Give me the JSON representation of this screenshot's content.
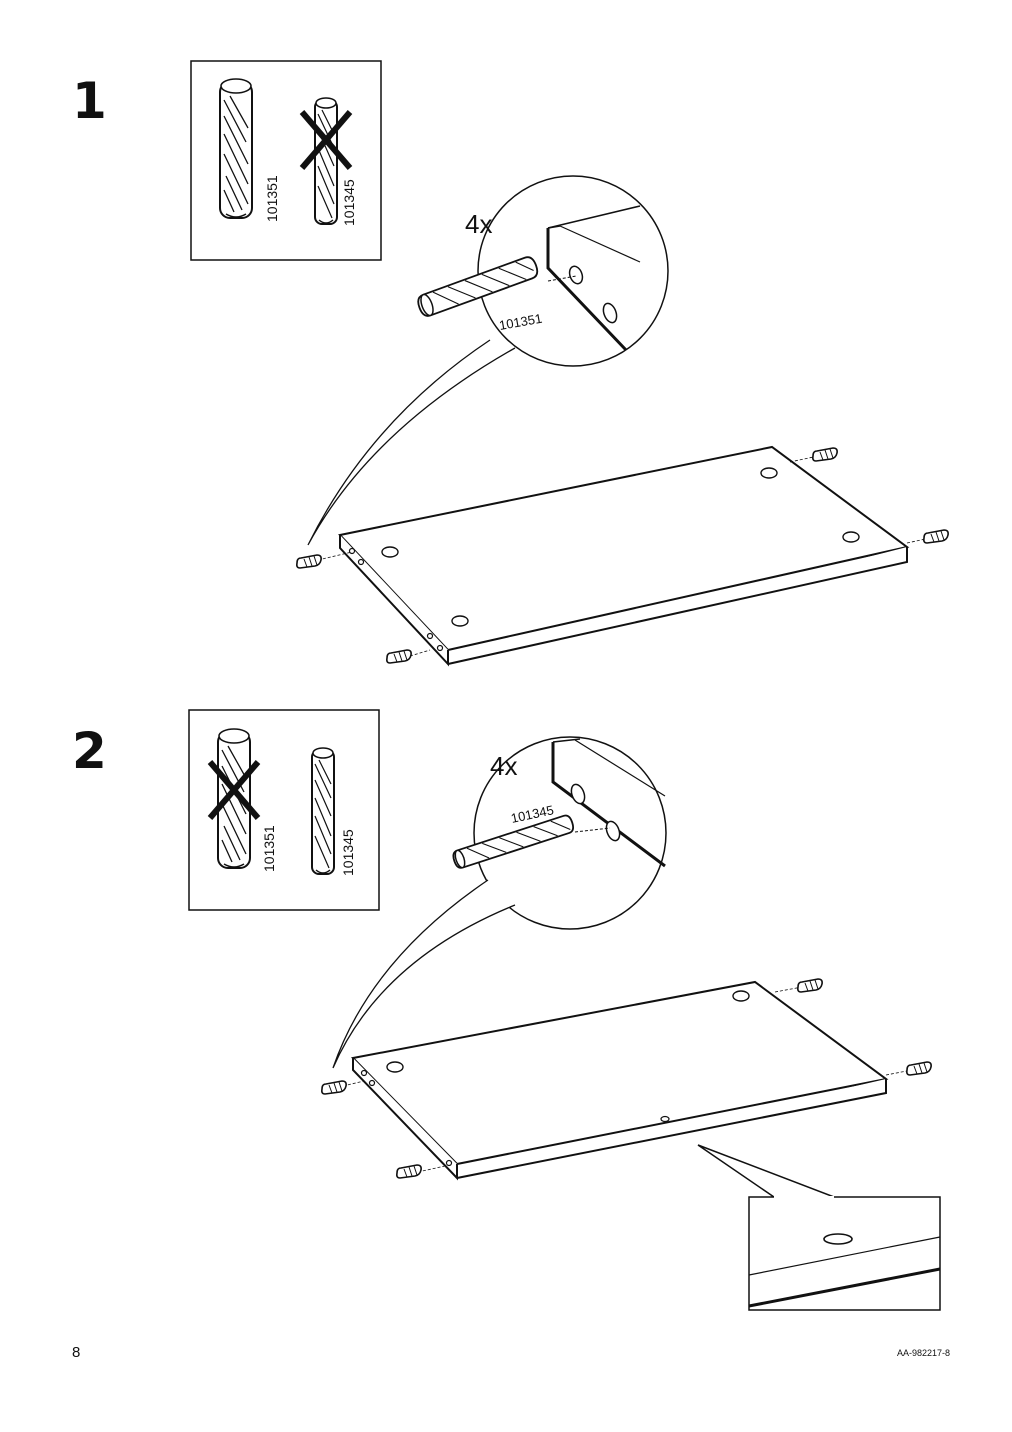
{
  "steps": [
    {
      "number": "1",
      "parts_box": {
        "correct_label": "101351",
        "wrong_label": "101345"
      },
      "detail": {
        "quantity": "4x",
        "dowel_label": "101351"
      }
    },
    {
      "number": "2",
      "parts_box": {
        "wrong_label": "101351",
        "correct_label": "101345"
      },
      "detail": {
        "quantity": "4x",
        "dowel_label": "101345"
      }
    }
  ],
  "footer": {
    "page_number": "8",
    "document_code": "AA-982217-8"
  },
  "icons": [
    "dowel-icon",
    "cross-out-icon",
    "shelf-panel-illustration",
    "magnifier-detail-icon"
  ],
  "colors": {
    "ink": "#111111",
    "paper": "#ffffff"
  }
}
